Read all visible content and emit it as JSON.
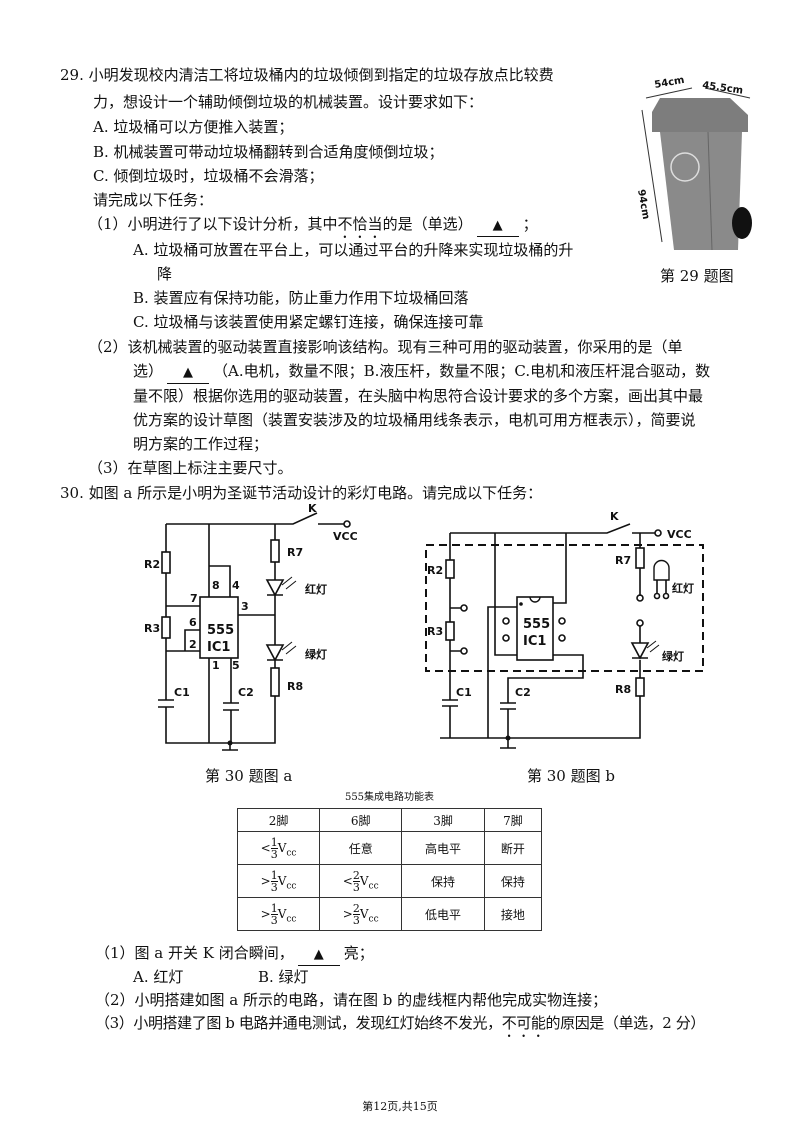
{
  "q29": {
    "number": "29.",
    "line1": "小明发现校内清洁工将垃圾桶内的垃圾倾倒到指定的垃圾存放点比较费",
    "line2": "力，想设计一个辅助倾倒垃圾的机械装置。设计要求如下：",
    "reqA": "A. 垃圾桶可以方便推入装置；",
    "reqB": "B. 机械装置可带动垃圾桶翻转到合适角度倾倒垃圾；",
    "reqC": "C. 倾倒垃圾时，垃圾桶不会滑落；",
    "tasks": "请完成以下任务：",
    "s1_pre": "（1）小明进行了以下设计分析，其中",
    "s1_emph": "不恰当",
    "s1_post": "的是（单选）",
    "blank": "▲",
    "s1_end": "；",
    "s1_A1": "A. 垃圾桶可放置在平台上，可以通过平台的升降来实现垃圾桶的升",
    "s1_A2": "降",
    "s1_B": "B. 装置应有保持功能，防止重力作用下垃圾桶回落",
    "s1_C": "C. 垃圾桶与该装置使用紧定螺钉连接，确保连接可靠",
    "s2_1": "（2）该机械装置的驱动装置直接影响该结构。现有三种可用的驱动装置，你采用的是（单",
    "s2_2a": "选）",
    "s2_2b": "（A.电机，数量不限；B.液压杆，数量不限；C.电机和液压杆混合驱动，数",
    "s2_3": "量不限）根据你选用的驱动装置，在头脑中构思符合设计要求的多个方案，画出其中最",
    "s2_4": "优方案的设计草图（装置安装涉及的垃圾桶用线条表示，电机可用方框表示），简要说",
    "s2_5": "明方案的工作过程；",
    "s3": "（3）在草图上标注主要尺寸。",
    "figure": {
      "caption": "第 29 题图",
      "dim_width": "54cm",
      "dim_depth": "45.5cm",
      "dim_height": "94cm"
    }
  },
  "q30": {
    "number": "30.",
    "intro": "如图 a 所示是小明为圣诞节活动设计的彩灯电路。请完成以下任务：",
    "circuit": {
      "K": "K",
      "VCC": "VCC",
      "R2": "R2",
      "R3": "R3",
      "R7": "R7",
      "R8": "R8",
      "C1": "C1",
      "C2": "C2",
      "chip": "555",
      "ic": "IC1",
      "red": "红灯",
      "green": "绿灯",
      "pin1": "1",
      "pin2": "2",
      "pin3": "3",
      "pin4": "4",
      "pin5": "5",
      "pin6": "6",
      "pin7": "7",
      "pin8": "8"
    },
    "fig_a": "第 30 题图 a",
    "fig_b": "第 30 题图 b",
    "table": {
      "title": "555集成电路功能表",
      "headers": [
        "2脚",
        "6脚",
        "3脚",
        "7脚"
      ],
      "vcc": "V",
      "vcc_sub": "cc",
      "rows": [
        {
          "p2_sign": "<",
          "p2_num": "1",
          "p2_den": "3",
          "p6": "任意",
          "p3": "高电平",
          "p7": "断开"
        },
        {
          "p2_sign": ">",
          "p2_num": "1",
          "p2_den": "3",
          "p6_sign": "<",
          "p6_num": "2",
          "p6_den": "3",
          "p3": "保持",
          "p7": "保持"
        },
        {
          "p2_sign": ">",
          "p2_num": "1",
          "p2_den": "3",
          "p6_sign": ">",
          "p6_num": "2",
          "p6_den": "3",
          "p3": "低电平",
          "p7": "接地"
        }
      ]
    },
    "s1_pre": "（1）图 a 开关 K 闭合瞬间，",
    "s1_post": "亮；",
    "s1_A": "A. 红灯",
    "s1_B": "B. 绿灯",
    "s2": "（2）小明搭建如图 a 所示的电路，请在图 b 的虚线框内帮他完成实物连接；",
    "s3_pre": "（3）小明搭建了图 b 电路并通电测试，发现红灯始终不发光，",
    "s3_emph": "不可能",
    "s3_post": "的原因是（单选，2 分）"
  },
  "footer": "第12页,共15页"
}
